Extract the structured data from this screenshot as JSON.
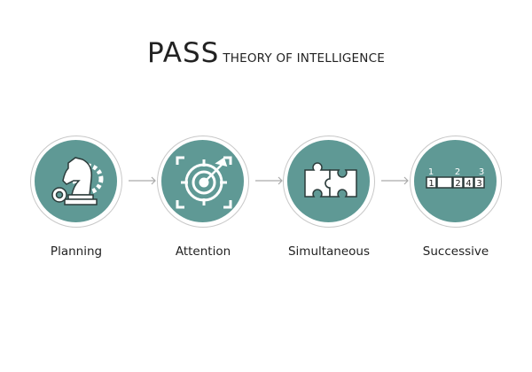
{
  "title": {
    "main": "PASS",
    "subtitle": "THEORY OF INTELLIGENCE"
  },
  "colors": {
    "teal": "#5f9995",
    "ring": "#c8c8c8",
    "arrow": "#aaaaaa"
  },
  "stages": [
    {
      "label": "Planning",
      "icon": "chess-knight-gear-icon"
    },
    {
      "label": "Attention",
      "icon": "target-arrow-icon"
    },
    {
      "label": "Simultaneous",
      "icon": "puzzle-icon"
    },
    {
      "label": "Successive",
      "icon": "sequence-boxes-icon",
      "top_numbers": [
        "1",
        "2",
        "3"
      ],
      "box_numbers": [
        "1",
        "",
        "2",
        "4",
        "3"
      ]
    }
  ]
}
